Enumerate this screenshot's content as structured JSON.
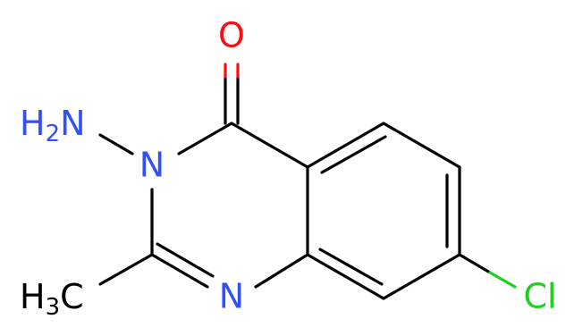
{
  "molecule": {
    "colors": {
      "bond": "#000000",
      "nitrogen": "#3050F8",
      "oxygen": "#FF0D0D",
      "chlorine": "#1FD01F",
      "carbon_label": "#000000",
      "background": "#ffffff"
    },
    "labels": {
      "oxygen": "O",
      "amino_h": "H",
      "amino_sub": "2",
      "amino_n": "N",
      "ring_n3": "N",
      "ring_n1": "N",
      "methyl_h": "H",
      "methyl_sub": "3",
      "methyl_c": "C",
      "chlorine": "Cl"
    }
  }
}
